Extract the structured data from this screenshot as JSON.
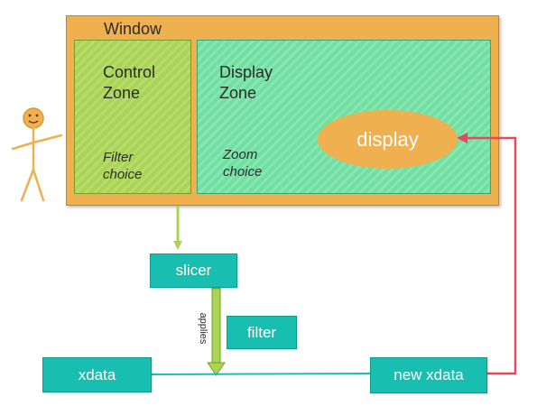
{
  "window": {
    "title": "Window"
  },
  "control_zone": {
    "title_line1": "Control",
    "title_line2": "Zone",
    "sub_line1": "Filter",
    "sub_line2": "choice"
  },
  "display_zone": {
    "title_line1": "Display",
    "title_line2": "Zone",
    "sub_line1": "Zoom",
    "sub_line2": "choice"
  },
  "display_node": {
    "label": "display"
  },
  "nodes": {
    "slicer": "slicer",
    "filter": "filter",
    "xdata": "xdata",
    "new_xdata": "new xdata"
  },
  "edges": {
    "applies_label": "applies"
  },
  "colors": {
    "window": "#efb04f",
    "control_zone": "#a9d454",
    "display_zone": "#6fe0a2",
    "node": "#18bfb0",
    "arrow_green": "#a9d454",
    "arrow_red": "#e8485a",
    "line_teal": "#18bfb0"
  }
}
